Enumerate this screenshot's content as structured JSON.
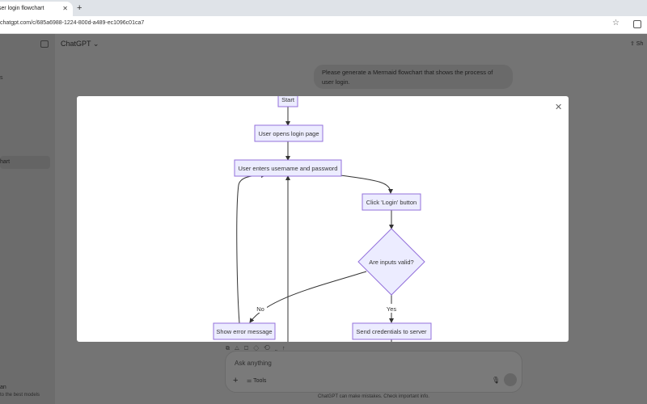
{
  "browser": {
    "tab_title": "ser login flowchart",
    "tab_close": "✕",
    "new_tab": "+",
    "url": "chatgpt.com/c/685a6988-1224-800d-a489-ec1096c01ca7",
    "bookmark_icon": "star-icon"
  },
  "app": {
    "sidebar": {
      "item_s": "s",
      "item_chart": "hart",
      "plan_label": "an",
      "plan_sub": "to the best models"
    },
    "model_label": "ChatGPT ⌄",
    "share_label": "⇪ Sh",
    "user_message": "Please generate a Mermaid flowchart that shows the process of user login.",
    "composer": {
      "placeholder": "Ask anything",
      "plus": "+",
      "tools_label": "Tools"
    },
    "footer_note": "ChatGPT can make mistakes. Check important info."
  },
  "modal": {
    "close_label": "✕",
    "flowchart": {
      "nodes": [
        {
          "id": "start",
          "label": "Start"
        },
        {
          "id": "open",
          "label": "User opens login page"
        },
        {
          "id": "enter",
          "label": "User enters username and password"
        },
        {
          "id": "click",
          "label": "Click 'Login' button"
        },
        {
          "id": "valid",
          "label": "Are inputs valid?"
        },
        {
          "id": "error",
          "label": "Show error message"
        },
        {
          "id": "send",
          "label": "Send credentials to server"
        }
      ],
      "edge_labels": {
        "no": "No",
        "yes": "Yes"
      }
    }
  }
}
